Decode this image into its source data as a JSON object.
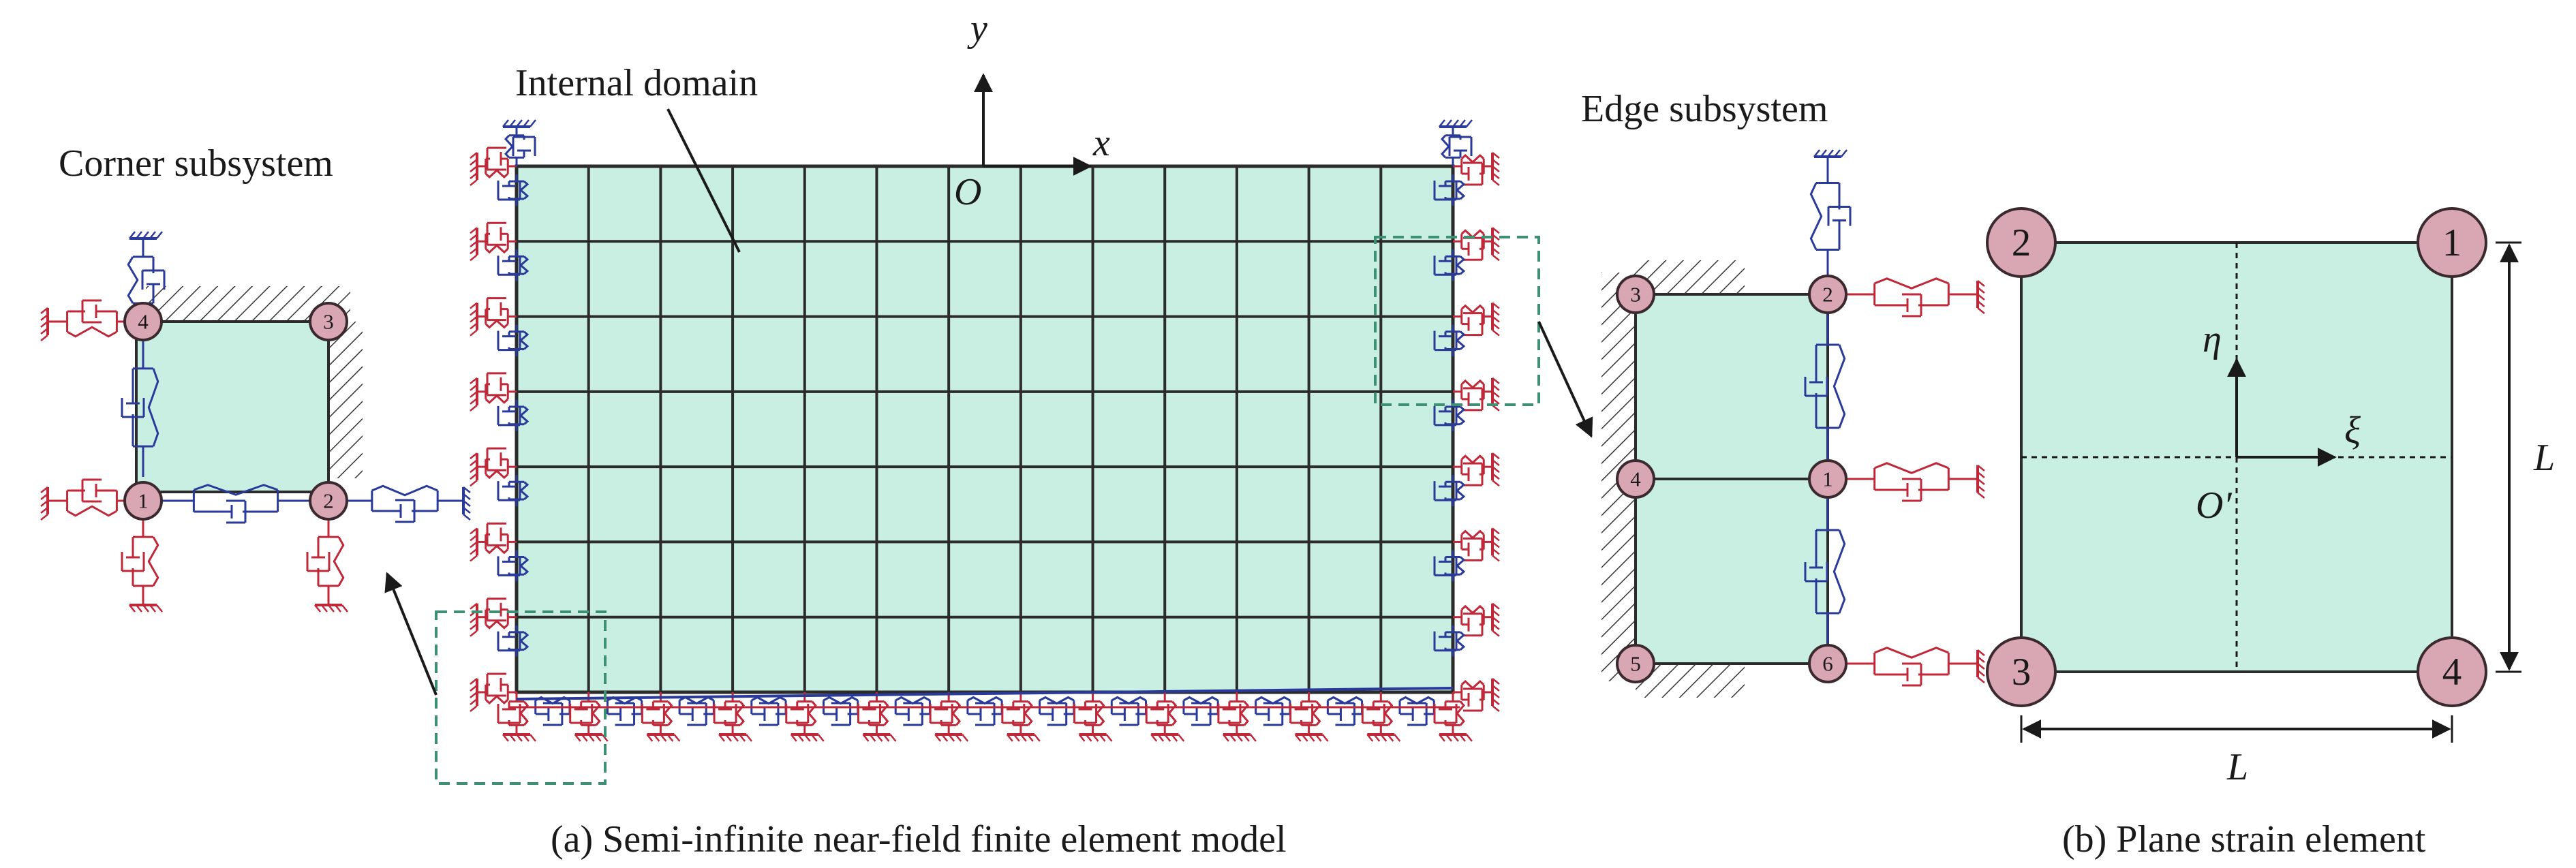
{
  "labels": {
    "corner_subsystem": "Corner subsystem",
    "internal_domain": "Internal domain",
    "edge_subsystem": "Edge subsystem",
    "axis_x": "x",
    "axis_y": "y",
    "origin": "O",
    "eta": "η",
    "xi": "ξ",
    "origin_local": "O′",
    "length_h": "L",
    "length_v": "L"
  },
  "captions": {
    "a": "(a) Semi-infinite near-field finite element model",
    "b": "(b) Plane strain element"
  },
  "corner_nodes": [
    "1",
    "2",
    "3",
    "4"
  ],
  "edge_nodes": [
    "1",
    "2",
    "3",
    "4",
    "5",
    "6"
  ],
  "plane_nodes": [
    "1",
    "2",
    "3",
    "4"
  ],
  "mesh": {
    "columns": 13,
    "rows": 7
  },
  "colors": {
    "domain_fill": "#c9efe2",
    "mesh_line": "#2b2b2b",
    "node_fill": "#d9a6b3",
    "spring_blue": "#2a3a9a",
    "spring_red": "#c0283a",
    "callout_box": "#3f8f72",
    "text": "#1a1a1a"
  }
}
